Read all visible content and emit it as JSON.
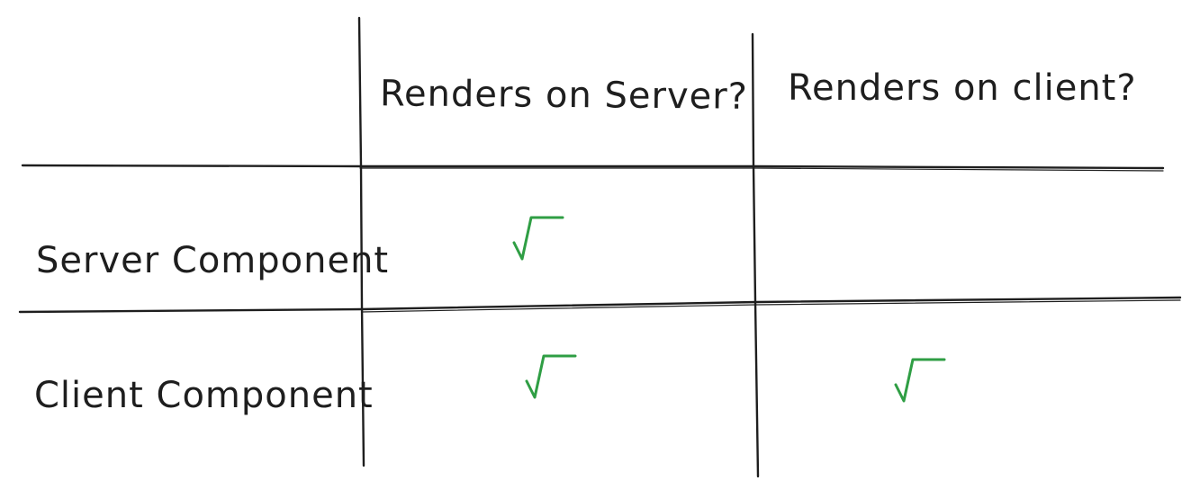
{
  "table": {
    "columns": [
      "Renders on Server?",
      "Renders on client?"
    ],
    "rows": [
      {
        "label": "Server Component",
        "renders_on_server": true,
        "renders_on_client": false
      },
      {
        "label": "Client Component",
        "renders_on_server": true,
        "renders_on_client": true
      }
    ]
  },
  "colors": {
    "ink": "#1e1e1e",
    "check": "#2f9e44",
    "background": "#ffffff"
  },
  "icons": {
    "check": "check-icon"
  }
}
